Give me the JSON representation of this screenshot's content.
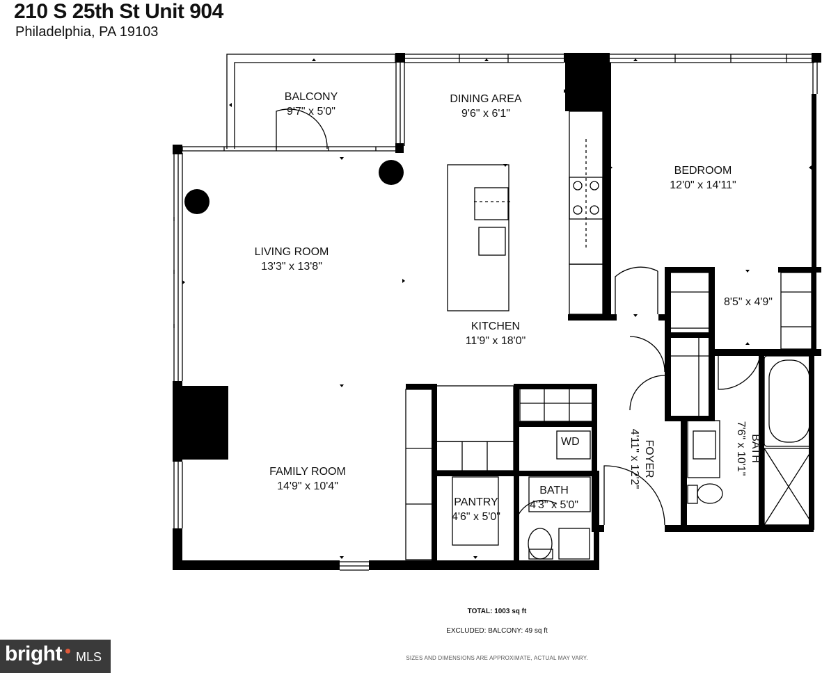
{
  "header": {
    "address": "210 S 25th St Unit 904",
    "city": "Philadelphia, PA 19103"
  },
  "rooms": {
    "balcony": {
      "name": "BALCONY",
      "size": "9'7\" x 5'0\""
    },
    "dining": {
      "name": "DINING AREA",
      "size": "9'6\" x 6'1\""
    },
    "bedroom": {
      "name": "BEDROOM",
      "size": "12'0\" x 14'11\""
    },
    "living": {
      "name": "LIVING ROOM",
      "size": "13'3\" x 13'8\""
    },
    "closet": {
      "size": "8'5\" x 4'9\""
    },
    "kitchen": {
      "name": "KITCHEN",
      "size": "11'9\" x 18'0\""
    },
    "foyer": {
      "name": "FOYER",
      "size": "4'11\" x 12'2\""
    },
    "bath_main": {
      "name": "BATH",
      "size": "7'6\" x 10'1\""
    },
    "family": {
      "name": "FAMILY ROOM",
      "size": "14'9\" x 10'4\""
    },
    "pantry": {
      "name": "PANTRY",
      "size": "4'6\" x 5'0\""
    },
    "bath_half": {
      "name": "BATH",
      "size": "4'3\" x 5'0\""
    },
    "wd": "WD"
  },
  "footer": {
    "total_label": "TOTAL:",
    "total_value": "1003 sq ft",
    "excluded": "EXCLUDED: BALCONY: 49 sq ft",
    "disclaimer": "SIZES AND DIMENSIONS ARE APPROXIMATE, ACTUAL MAY VARY."
  },
  "logo": {
    "brand": "bright",
    "suffix": "MLS"
  },
  "colors": {
    "wall": "#000000",
    "background": "#ffffff",
    "logo_bg": "#3a3a3a",
    "logo_dot": "#e05a3a"
  }
}
